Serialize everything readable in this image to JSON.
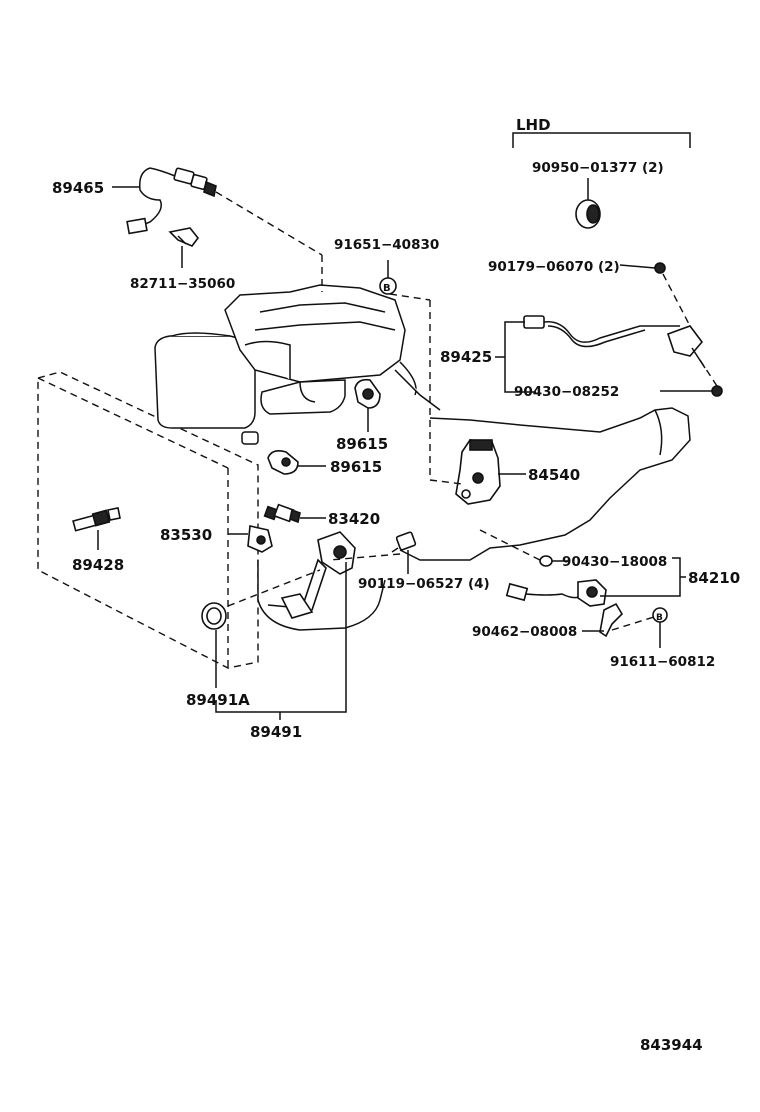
{
  "region_label": "LHD",
  "labels": {
    "p89465": "89465",
    "p82711_35060": "82711−35060",
    "p91651_40830": "91651−40830",
    "p90950_01377": "90950−01377 (2)",
    "p90179_06070": "90179−06070 (2)",
    "p89425": "89425",
    "p90430_08252": "90430−08252",
    "p89615_a": "89615",
    "p89615_b": "89615",
    "p84540": "84540",
    "p83420": "83420",
    "p83530": "83530",
    "p89428": "89428",
    "p90119_06527": "90119−06527 (4)",
    "p90430_18008": "90430−18008",
    "p84210": "84210",
    "p90462_08008": "90462−08008",
    "p91611_60812": "91611−60812",
    "p89491A": "89491A",
    "p89491": "89491"
  },
  "diagram_code": "843944",
  "icons": [
    "oxygen-sensor-icon",
    "clamp-icon",
    "bolt-icon",
    "grommet-icon",
    "nut-icon",
    "engine-icon",
    "radiator-icon",
    "throttle-sensor-icon",
    "temp-sensor-icon",
    "vacuum-sensor-icon",
    "gasket-icon",
    "oring-icon"
  ]
}
